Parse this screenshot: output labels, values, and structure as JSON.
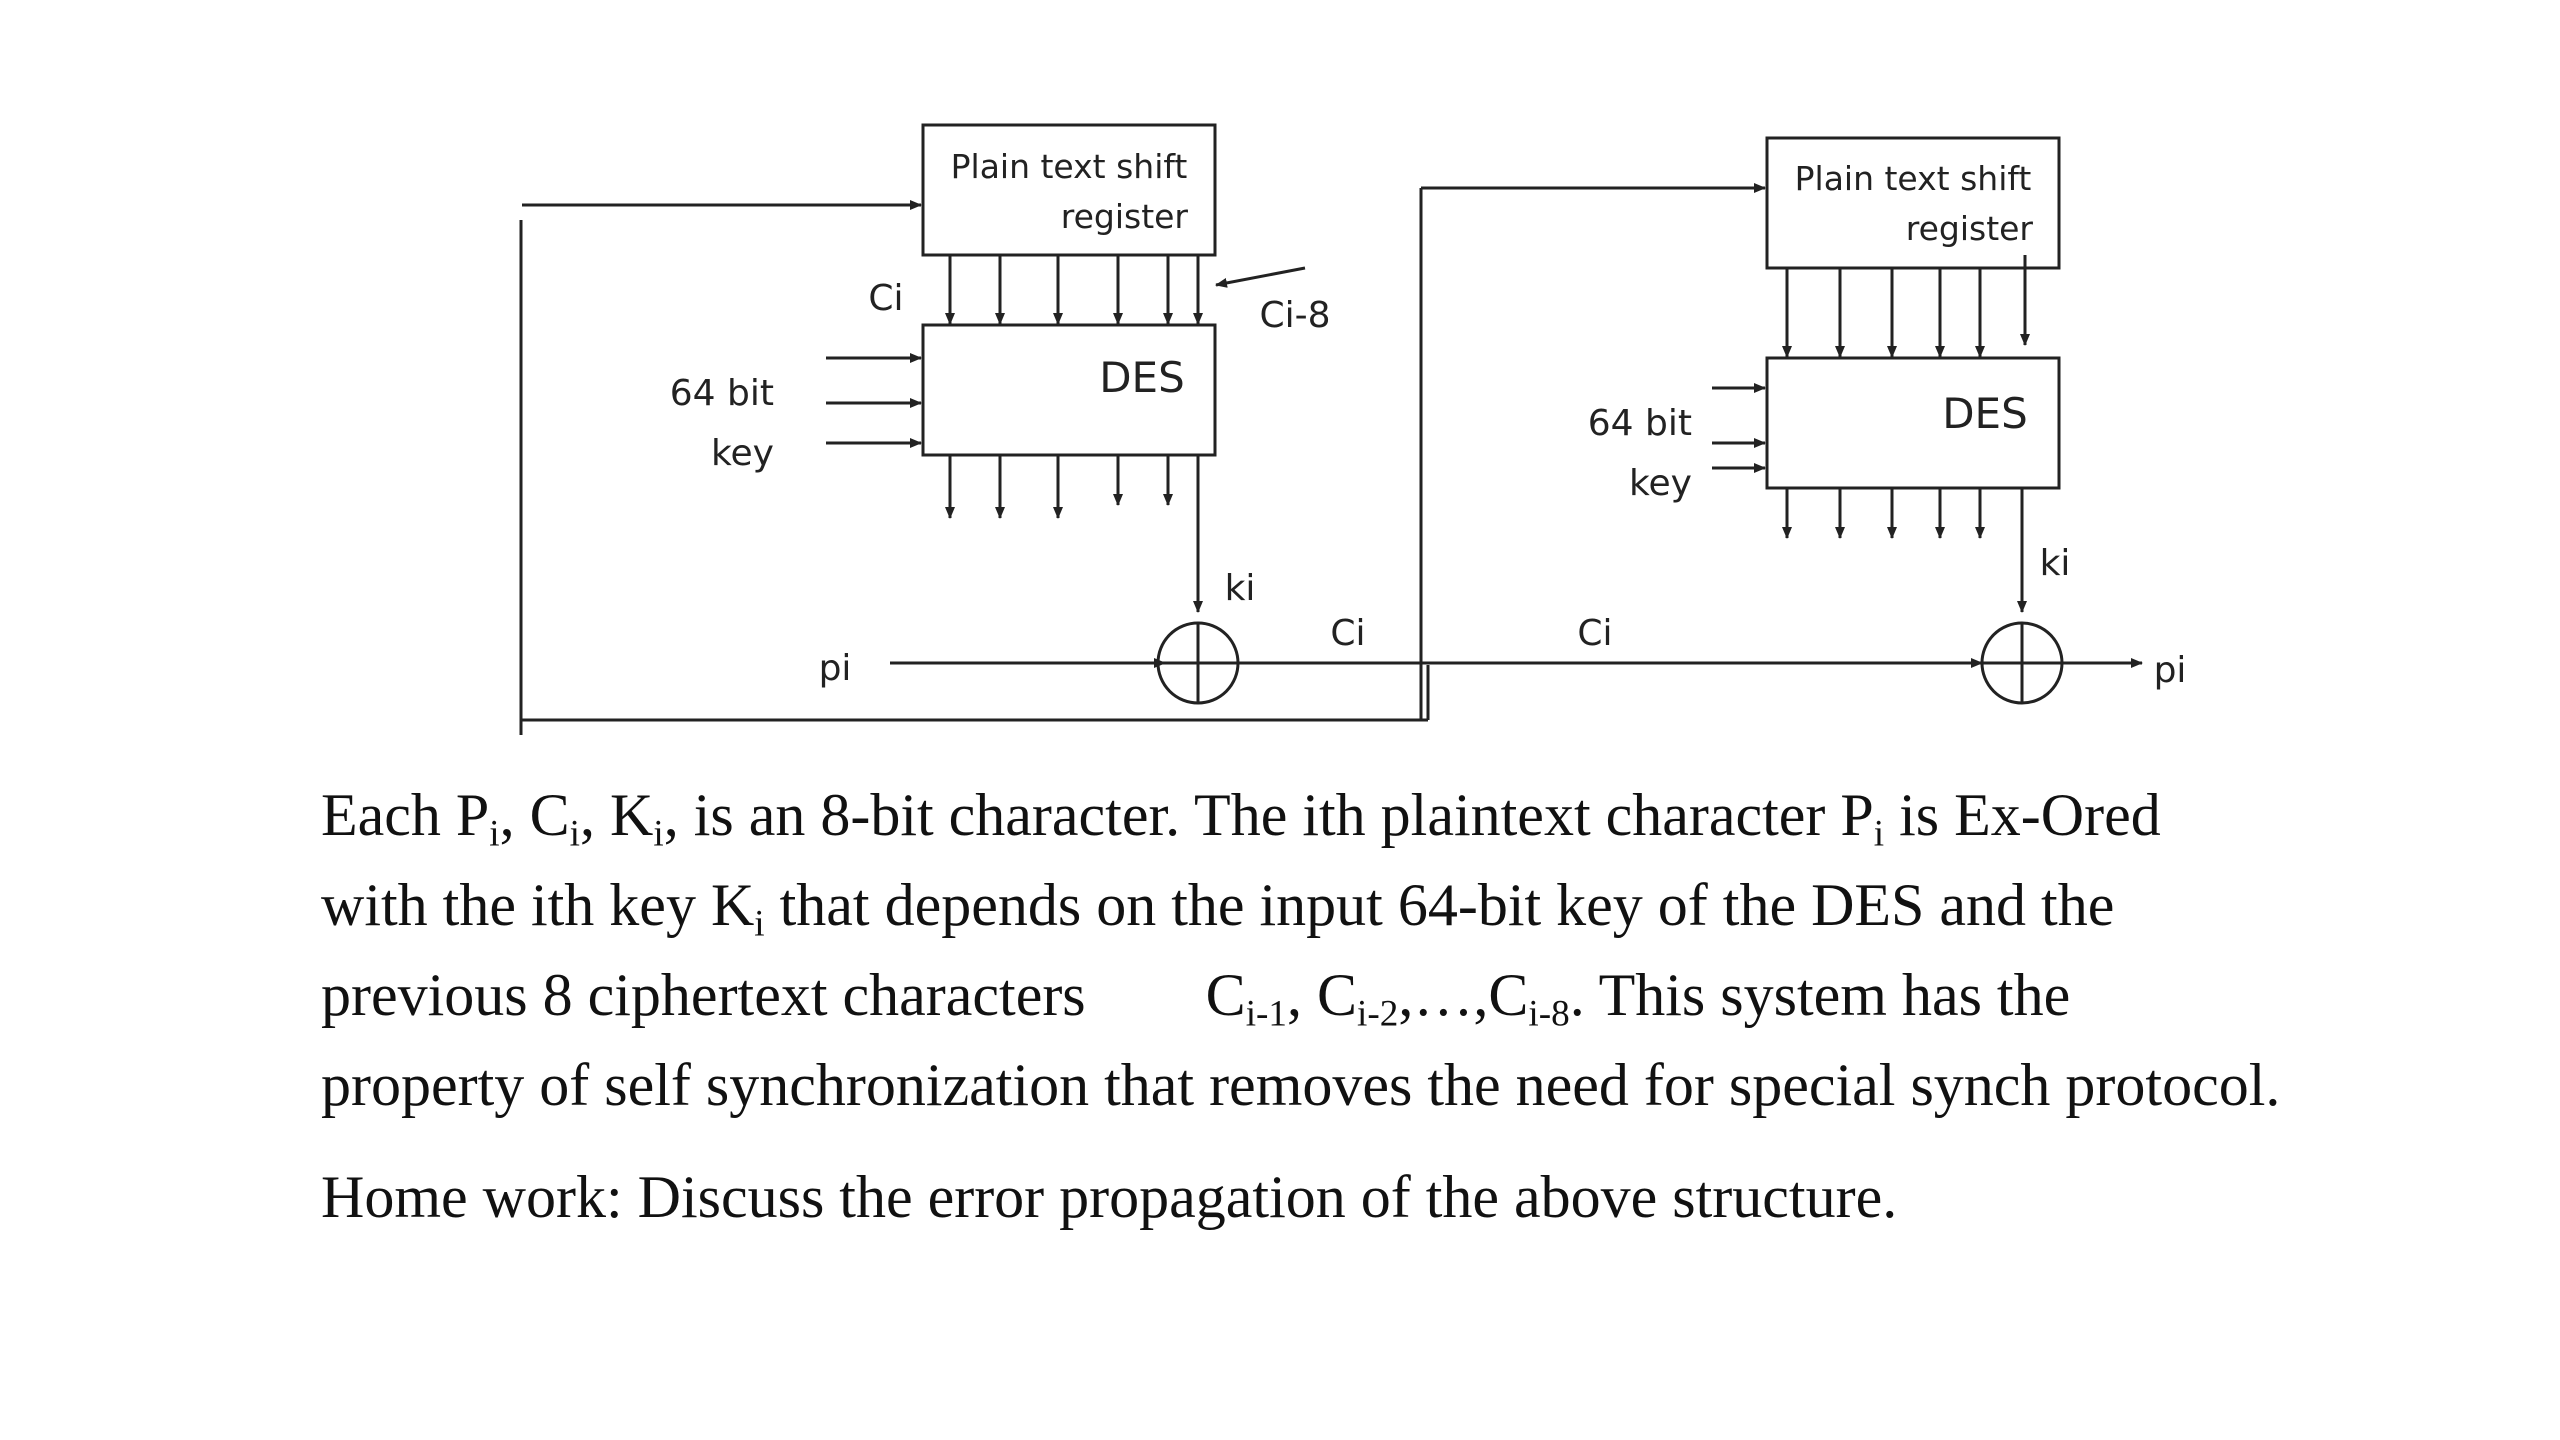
{
  "diagram": {
    "left": {
      "register_line1": "Plain text  shift",
      "register_line2": "register",
      "des_label": "DES",
      "key_line1": "64 bit",
      "key_line2": "key",
      "ci_label": "Ci",
      "ci8_label": "Ci-8",
      "ki_label": "ki",
      "pi_label": "pi",
      "ci_out_label": "Ci"
    },
    "right": {
      "register_line1": "Plain text  shift",
      "register_line2": "register",
      "des_label": "DES",
      "key_line1": "64 bit",
      "key_line2": "key",
      "ki_label": "ki",
      "ci_in_label": "Ci",
      "pi_out_label": "pi"
    }
  },
  "caption": {
    "p1": {
      "t1": "Each P",
      "s1": "i",
      "t2": ", C",
      "s2": "i",
      "t3": ", K",
      "s3": "i",
      "t4": ",  is an 8-bit character. The ith plaintext character  P",
      "s4": "i",
      "t5": " is Ex-Ored with the ith key K",
      "s5": "i",
      "t6": " that depends on the input 64-bit key of the DES and the previous 8 ciphertext characters",
      "t7": "C",
      "s7": "i-1",
      "t8": ", C",
      "s8": "i-2",
      "t9": ",…,C",
      "s9": "i-8",
      "t10": ". This system has the property of self synchronization that removes the need for special synch protocol."
    },
    "homework": "Home work: Discuss the error propagation of the above structure."
  }
}
